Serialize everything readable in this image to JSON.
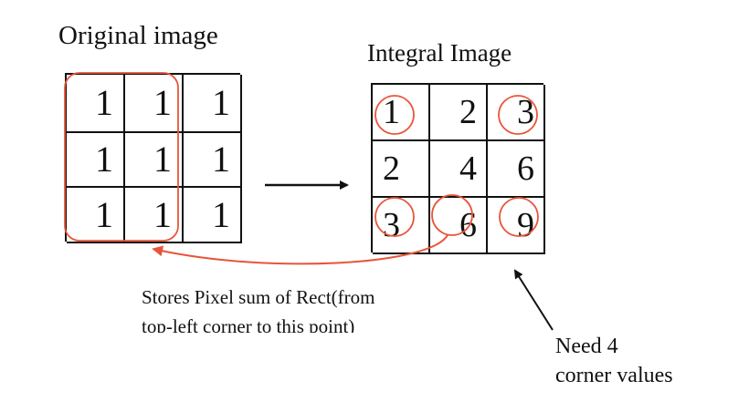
{
  "original": {
    "title": "Original image",
    "rows": [
      [
        "1",
        "1",
        "1"
      ],
      [
        "1",
        "1",
        "1"
      ],
      [
        "1",
        "1",
        "1"
      ]
    ]
  },
  "integral": {
    "title": "Integral Image",
    "rows": [
      [
        "1",
        "2",
        "3"
      ],
      [
        "2",
        "4",
        "6"
      ],
      [
        "3",
        "6",
        "9"
      ]
    ]
  },
  "note": {
    "line1": "Stores Pixel sum of Rect(from",
    "line2": "top-left corner to this point)"
  },
  "corner_label": {
    "line1": "Need 4",
    "line2": "corner values"
  },
  "colors": {
    "highlight": "#e8553a",
    "ink": "#111111"
  }
}
